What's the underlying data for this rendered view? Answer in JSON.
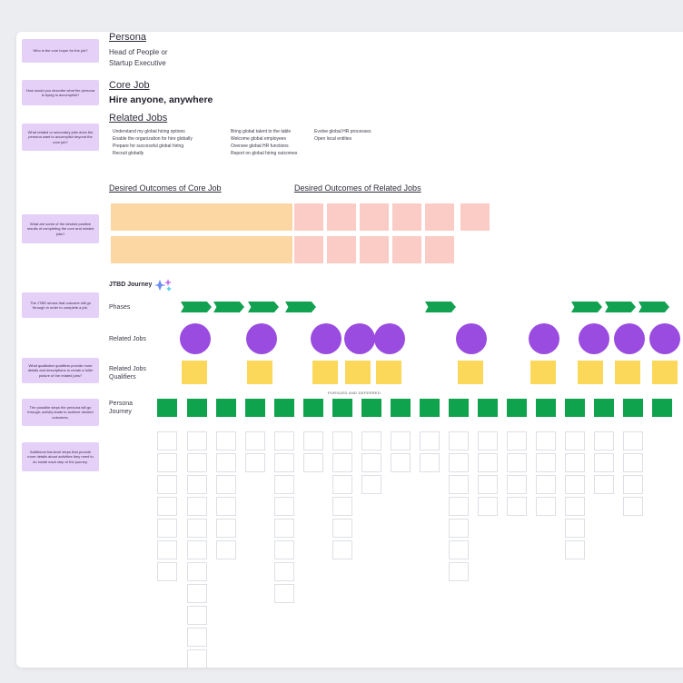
{
  "questions": [
    "Who is the core buyer for the job?",
    "How would you describe what the persona is trying to accomplish?",
    "What related or secondary jobs does the persona want to accomplish beyond the core job?",
    "What are some of the desired positive results of completing the core and related jobs?",
    "The JTBD shows that outcome will go through in order to complete a job.",
    "What qualitative qualifiers provide more details and descriptions to create a fuller picture of the related jobs?",
    "The possible steps the persona will go through; activity leads to achieve desired outcomes.",
    "Additional low-level steps that provide more details about activities they need to do inside each step of the journey."
  ],
  "persona": {
    "heading": "Persona",
    "value_line1": "Head of People or",
    "value_line2": "Startup Executive"
  },
  "core_job": {
    "heading": "Core Job",
    "value": "Hire anyone, anywhere"
  },
  "related_jobs": {
    "heading": "Related Jobs",
    "col1": [
      "Understand my global hiring options",
      "Enable the organization for hire globally",
      "Prepare for successful global hiring",
      "Recruit globally"
    ],
    "col2": [
      "Bring global talent to the table",
      "Welcome global employees",
      "Oversee global HR functions",
      "Report on global hiring outcomes"
    ],
    "col3": [
      "Evolve global HR processes",
      "Open local entities"
    ]
  },
  "outcomes": {
    "core_heading": "Desired Outcomes of Core Job",
    "related_heading": "Desired Outcomes of Related Jobs"
  },
  "journey": {
    "title": "JTBD Journey",
    "phases_label": "Phases",
    "related_jobs_label": "Related Jobs",
    "qualifiers_label": "Related Jobs Qualifiers",
    "persona_journey_label": "Persona Journey",
    "center_label": "PURSUED AND DEFERRED"
  },
  "colors": {
    "question": "#e5d0f7",
    "core_outcome": "#fcd6a3",
    "related_outcome": "#fbcbc6",
    "phase": "#12a150",
    "circle": "#9a4be0",
    "qualifier": "#fbd85a",
    "step": "#10a34d"
  },
  "icons": {
    "journey_badge": "sparkle-icon"
  }
}
